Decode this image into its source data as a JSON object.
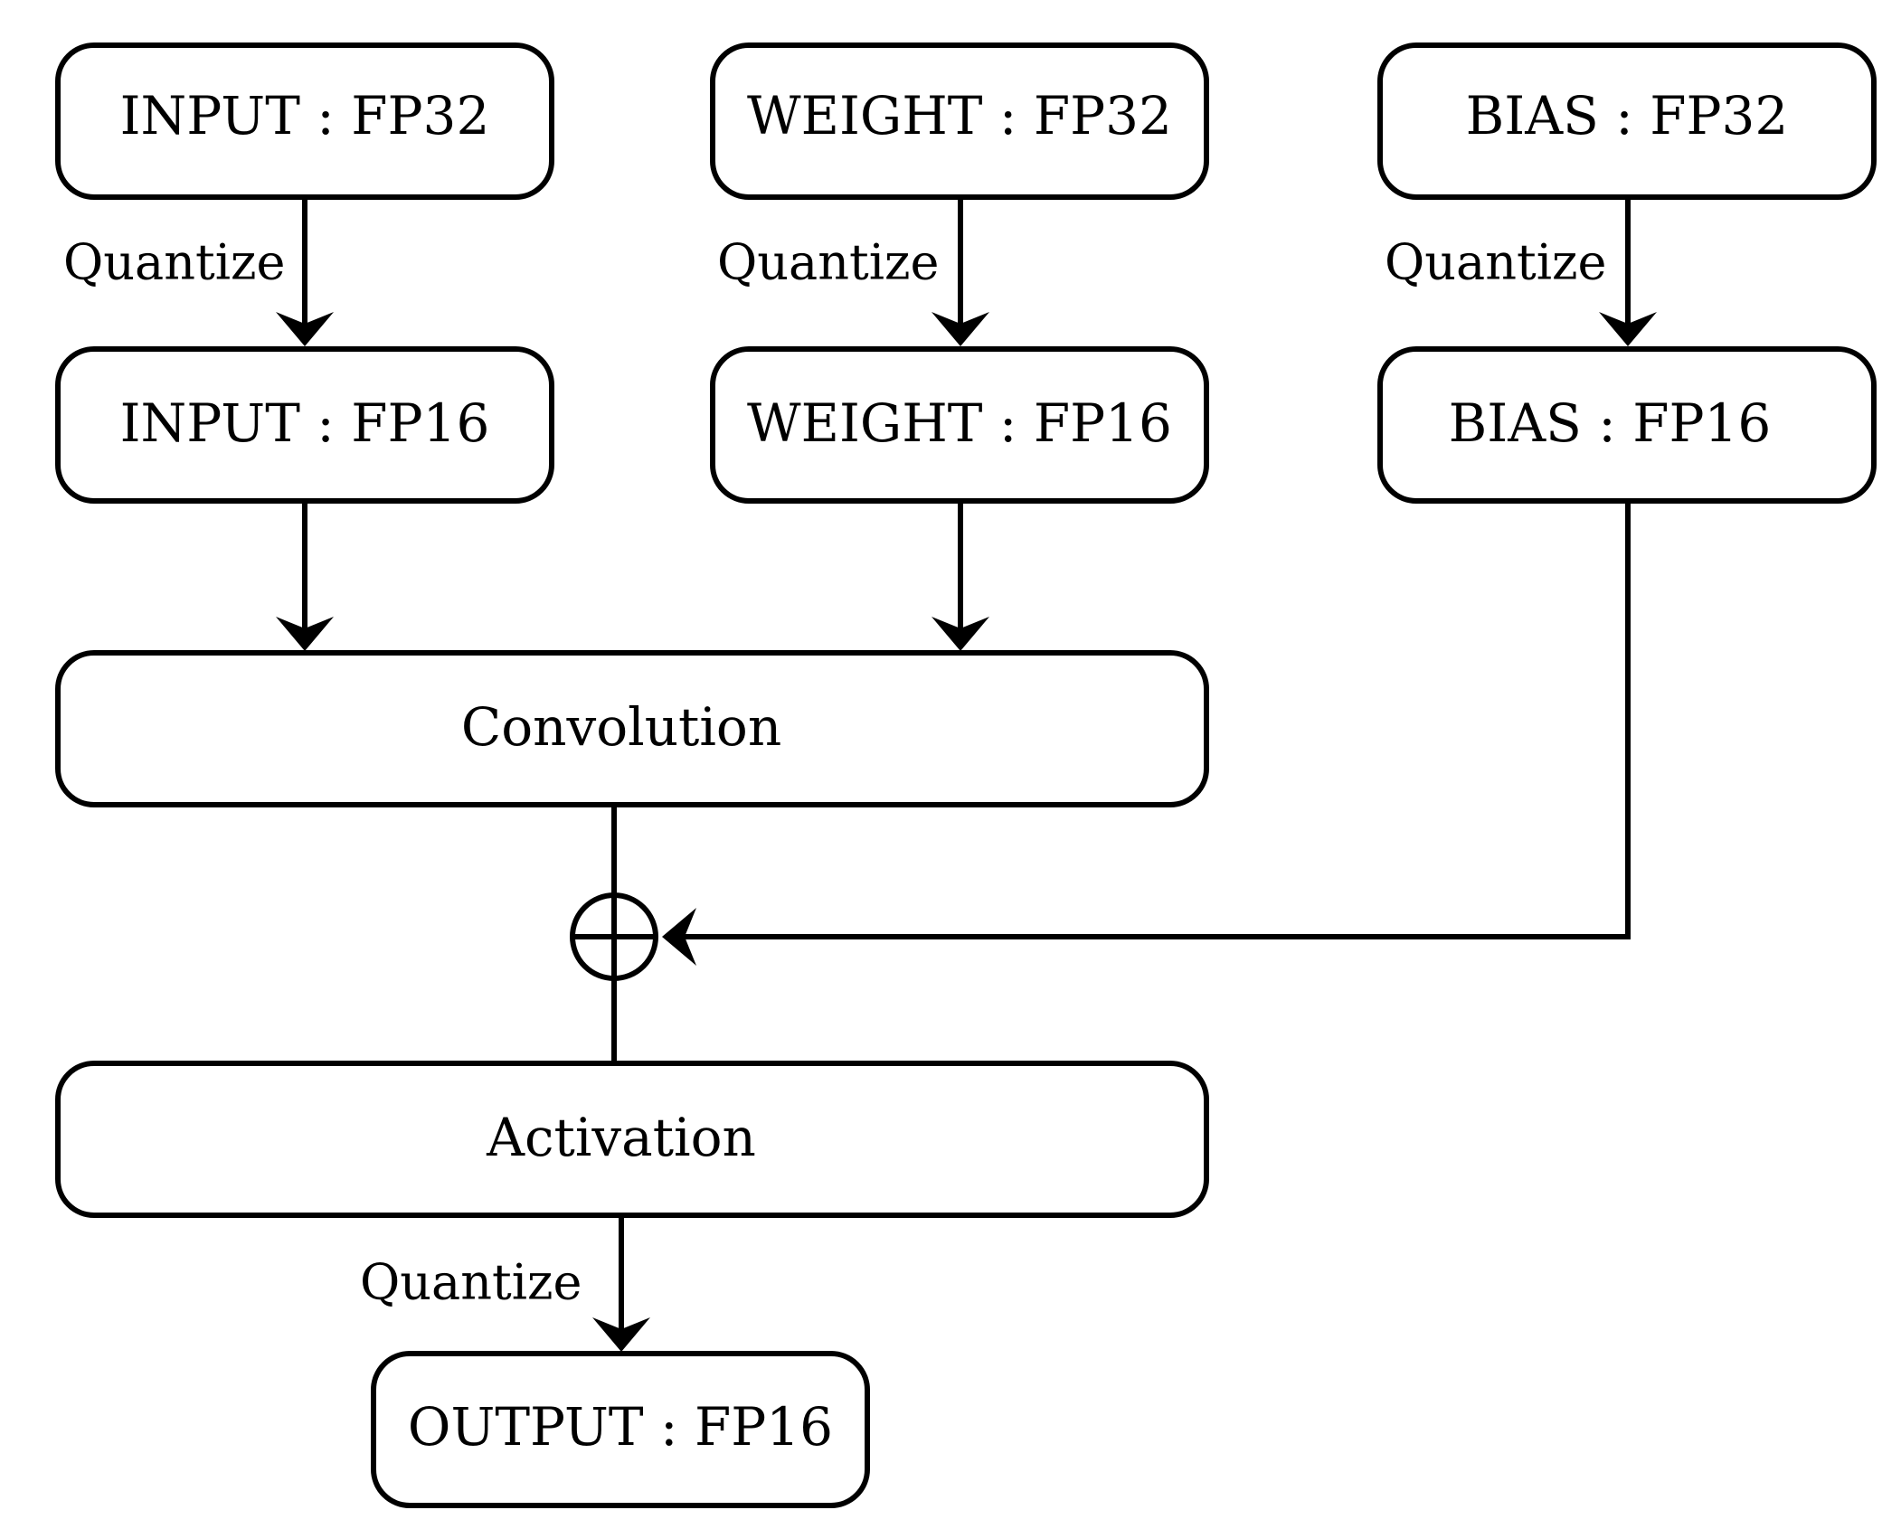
{
  "nodes": {
    "input_fp32": "INPUT : FP32",
    "weight_fp32": "WEIGHT : FP32",
    "bias_fp32": "BIAS : FP32",
    "input_fp16": "INPUT : FP16",
    "weight_fp16": "WEIGHT : FP16",
    "bias_fp16": "BIAS : FP16",
    "convolution": "Convolution",
    "activation": "Activation",
    "output_fp16": "OUTPUT : FP16"
  },
  "edges": {
    "input_quantize": "Quantize",
    "weight_quantize": "Quantize",
    "bias_quantize": "Quantize",
    "output_quantize": "Quantize"
  },
  "colors": {
    "stroke": "#000000",
    "background": "#ffffff"
  }
}
